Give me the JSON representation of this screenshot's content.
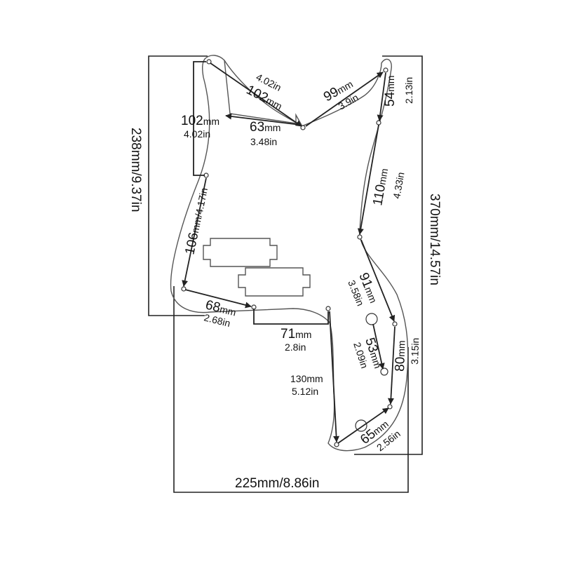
{
  "diagram": {
    "overall": {
      "height_left": "238mm/9.37in",
      "height_right": "370mm/14.57in",
      "width_bottom": "225mm/8.86in"
    },
    "dimensions": {
      "top_left_vertical": {
        "value": "102",
        "unit": "mm",
        "inch": "4.02in"
      },
      "top_left_diagonal": {
        "value": "102",
        "unit": "mm",
        "inch": "4.02in"
      },
      "neck_width": {
        "value": "63",
        "unit": "mm",
        "inch": "3.48in"
      },
      "top_right_diagonal": {
        "value": "99",
        "unit": "mm",
        "inch": "3.9in"
      },
      "top_right_vertical": {
        "value": "54",
        "unit": "mm",
        "inch": "2.13in"
      },
      "right_upper_side": {
        "value": "110",
        "unit": "mm",
        "inch": "4.33in"
      },
      "left_side": {
        "value": "106",
        "unit": "mm",
        "inch": "4.17in"
      },
      "bottom_left": {
        "value": "68",
        "unit": "mm",
        "inch": "2.68in"
      },
      "bottom_middle": {
        "value": "71",
        "unit": "mm",
        "inch": "2.8in"
      },
      "right_middle_diagonal": {
        "value": "91",
        "unit": "mm",
        "inch": "3.58in"
      },
      "control_diagonal": {
        "value": "53",
        "unit": "mm",
        "inch": "2.09in"
      },
      "right_lower_side": {
        "value": "80",
        "unit": "mm",
        "inch": "3.15in"
      },
      "bottom_tail_vertical": {
        "value": "130",
        "unit": "mm",
        "inch": "5.12in"
      },
      "bottom_right_diagonal": {
        "value": "65",
        "unit": "mm",
        "inch": "2.56in"
      }
    }
  }
}
